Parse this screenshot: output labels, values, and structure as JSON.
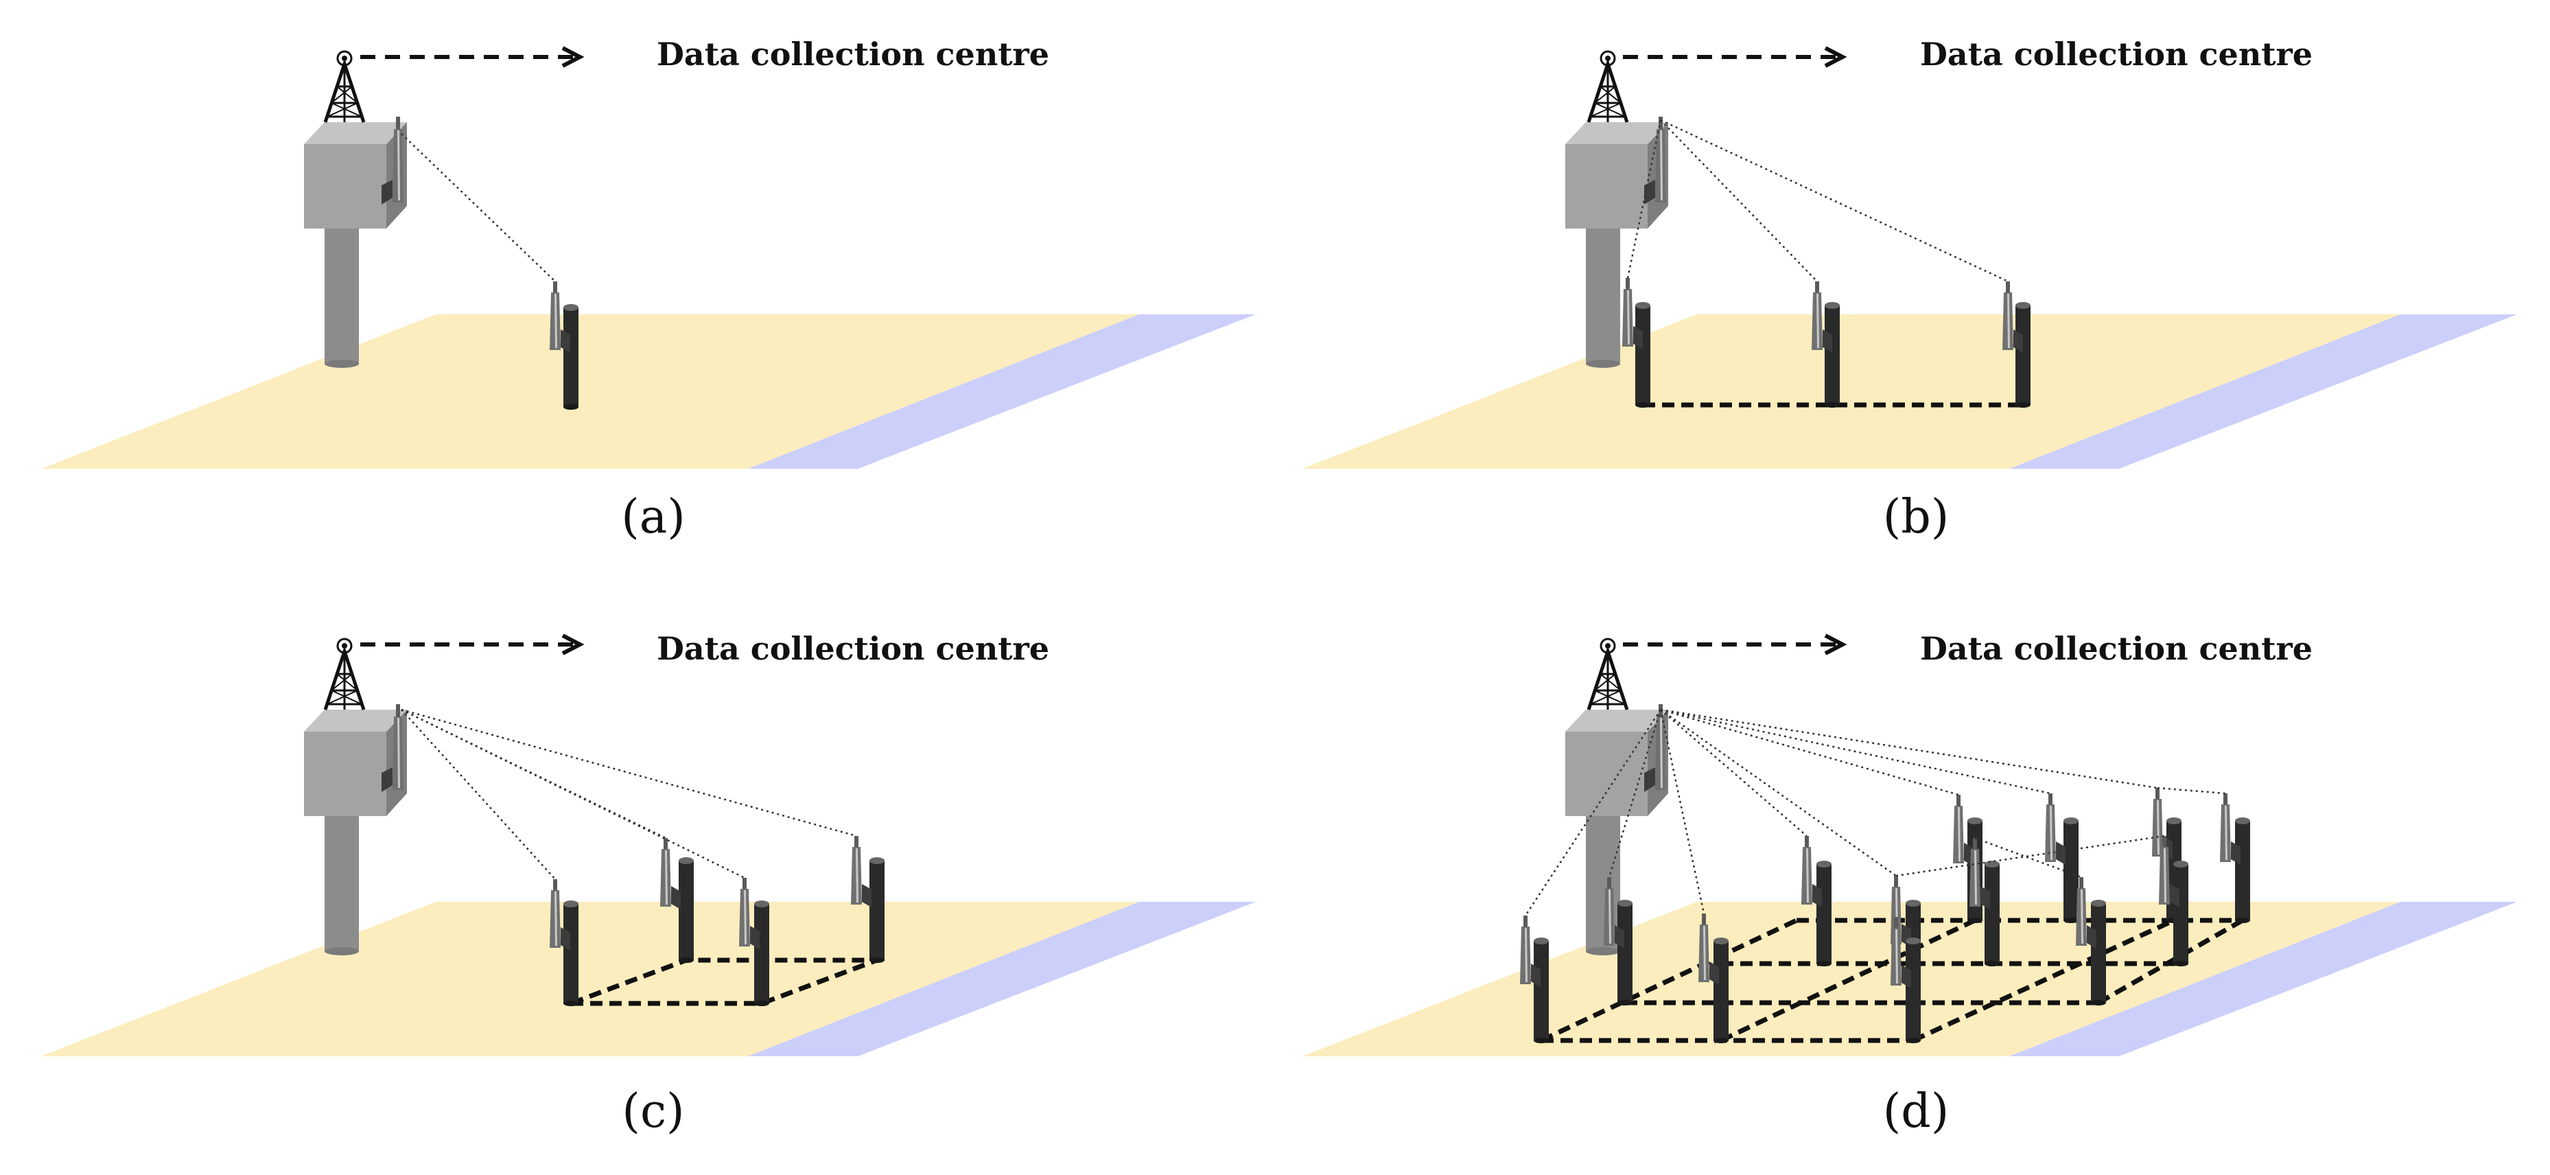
{
  "colors": {
    "ground": "#fcedbe",
    "water": "#cccffa",
    "sensor": "#2a2a2a",
    "antenna": "#6a6a6a",
    "station": "#a3a3a3",
    "pole": "#8c8c8c"
  },
  "panels": [
    {
      "title": "Data collection centre",
      "caption": "(a)"
    },
    {
      "title": "Data collection centre",
      "caption": "(b)"
    },
    {
      "title": "Data collection centre",
      "caption": "(c)"
    },
    {
      "title": "Data collection centre",
      "caption": "(d)"
    }
  ]
}
